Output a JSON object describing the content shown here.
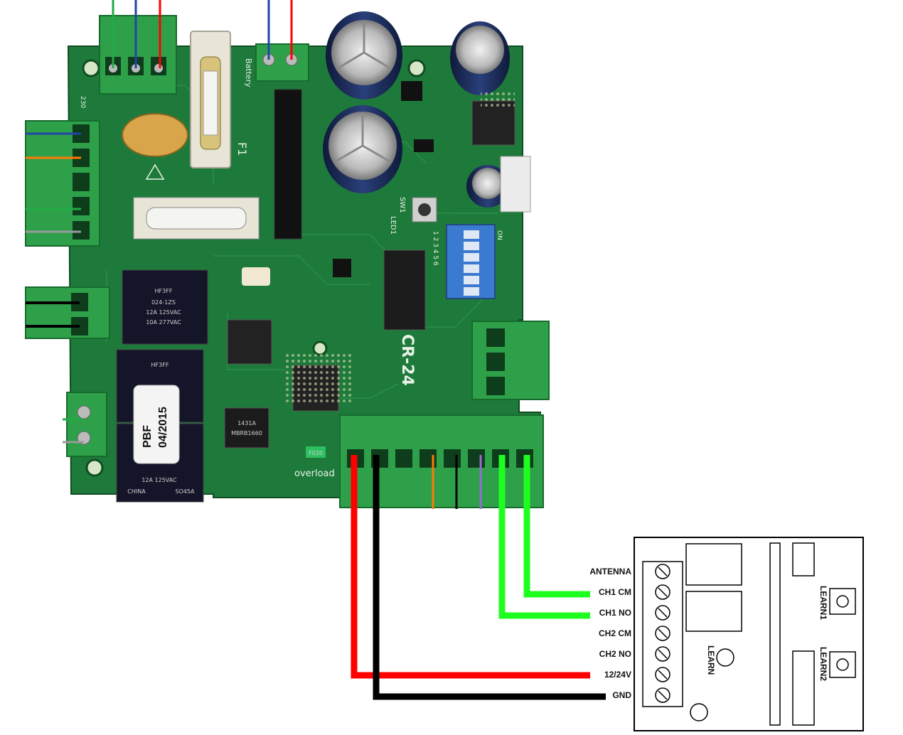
{
  "colors": {
    "pcb": "#1e7a3a",
    "pcb_dark": "#155c2a",
    "terminal_green": "#2fa04a",
    "wire_red": "#ff0000",
    "wire_black": "#000000",
    "wire_green": "#1fff1f",
    "wire_blue": "#2244aa",
    "wire_orange": "#ff7a00",
    "wire_purple": "#9a6ad0",
    "wire_grey": "#9a9a9a"
  },
  "board": {
    "battery": "Battery",
    "fuse": "F1",
    "sw": "SW1",
    "led": "LED1",
    "on": "ON",
    "dip_numbers": "1 2 3 4 5 6",
    "model": "CR-24",
    "overload": "overload",
    "voltage": "230",
    "relay_brand": "HF3FF",
    "relay_text_1": "024-1ZS",
    "relay_text_2": "12A 125VAC",
    "relay_text_3": "10A 277VAC",
    "relay_text_4": "CHINA",
    "relay_text_5": "SO45A",
    "relay_hf": "HF3FF",
    "sticker_1": "PBF",
    "sticker_2": "04/2015",
    "diode": "MBRB1660",
    "diode_code": "1431A",
    "smd_code": "F020"
  },
  "receiver": {
    "terminals": [
      {
        "label": "ANTENNA"
      },
      {
        "label": "CH1 CM"
      },
      {
        "label": "CH1 NO"
      },
      {
        "label": "CH2 CM"
      },
      {
        "label": "CH2 NO"
      },
      {
        "label": "12/24V"
      },
      {
        "label": "GND"
      }
    ],
    "learn_center": "LEARN",
    "learn1": "LEARN1",
    "learn2": "LEARN2"
  }
}
